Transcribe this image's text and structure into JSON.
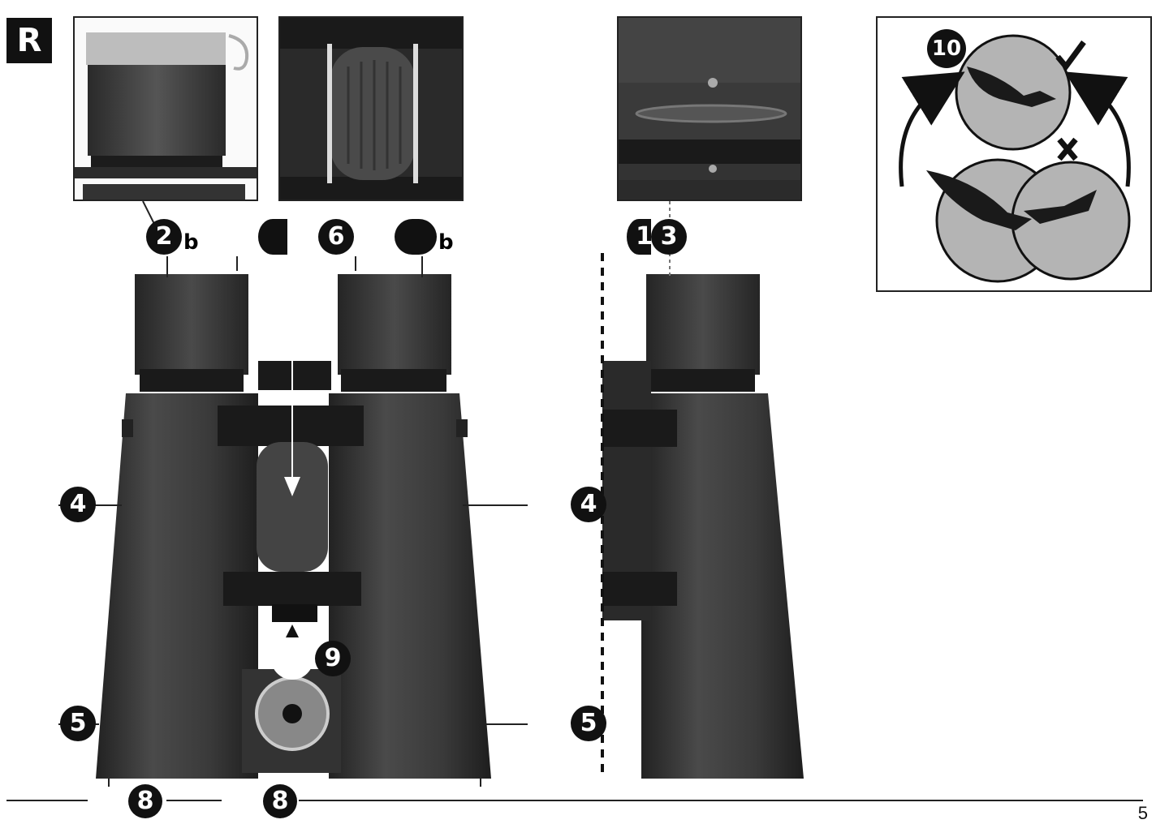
{
  "section": {
    "letter": "R"
  },
  "page": {
    "number": "5"
  },
  "callouts": {
    "c2": "2",
    "c2_suffix": "b",
    "c6": "6",
    "c7_suffix": "b",
    "c1": "1",
    "c3": "3",
    "c4_left": "4",
    "c4_right": "4",
    "c5_left": "5",
    "c5_right": "5",
    "c8_left": "8",
    "c8_right": "8",
    "c9": "9",
    "c10": "10"
  },
  "colors": {
    "binocular_body": "#3e3e3e",
    "binocular_dark": "#1e1e1e",
    "view_circle": "#b4b4b4"
  },
  "icons": {
    "correct": "check-icon",
    "wrong": "cross-icon"
  }
}
